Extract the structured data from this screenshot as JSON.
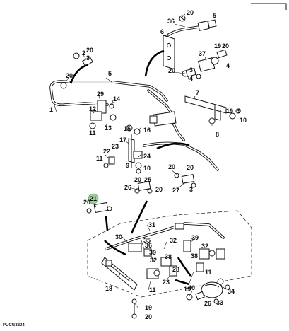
{
  "diagram": {
    "figure_code": "PUCG3204",
    "highlighted_callout": "21",
    "callouts": [
      {
        "id": "c20a",
        "label": "20"
      },
      {
        "id": "c36",
        "label": "36"
      },
      {
        "id": "c5a",
        "label": "5"
      },
      {
        "id": "c6",
        "label": "6"
      },
      {
        "id": "c2",
        "label": "2"
      },
      {
        "id": "c20b",
        "label": "20"
      },
      {
        "id": "c3a",
        "label": "3"
      },
      {
        "id": "c19a",
        "label": "19"
      },
      {
        "id": "c20c",
        "label": "20"
      },
      {
        "id": "c37",
        "label": "37"
      },
      {
        "id": "c20d",
        "label": "20"
      },
      {
        "id": "c3b",
        "label": "3"
      },
      {
        "id": "c20e",
        "label": "20"
      },
      {
        "id": "c5b",
        "label": "5"
      },
      {
        "id": "c4a",
        "label": "4"
      },
      {
        "id": "c4b",
        "label": "4"
      },
      {
        "id": "c7",
        "label": "7"
      },
      {
        "id": "c29",
        "label": "29"
      },
      {
        "id": "c14",
        "label": "14"
      },
      {
        "id": "c1",
        "label": "1"
      },
      {
        "id": "c12",
        "label": "12"
      },
      {
        "id": "c19b",
        "label": "19"
      },
      {
        "id": "c9a",
        "label": "9"
      },
      {
        "id": "c10a",
        "label": "10"
      },
      {
        "id": "c11a",
        "label": "11"
      },
      {
        "id": "c13",
        "label": "13"
      },
      {
        "id": "c15",
        "label": "15"
      },
      {
        "id": "c16",
        "label": "16"
      },
      {
        "id": "c8",
        "label": "8"
      },
      {
        "id": "c17",
        "label": "17"
      },
      {
        "id": "c23a",
        "label": "23"
      },
      {
        "id": "c22",
        "label": "22"
      },
      {
        "id": "c11b",
        "label": "11"
      },
      {
        "id": "c24",
        "label": "24"
      },
      {
        "id": "c9b",
        "label": "9"
      },
      {
        "id": "c10b",
        "label": "10"
      },
      {
        "id": "c20f",
        "label": "20"
      },
      {
        "id": "c20g",
        "label": "20"
      },
      {
        "id": "c20h",
        "label": "20"
      },
      {
        "id": "c25",
        "label": "25"
      },
      {
        "id": "c26a",
        "label": "26"
      },
      {
        "id": "c27",
        "label": "27"
      },
      {
        "id": "c20i",
        "label": "20"
      },
      {
        "id": "c3c",
        "label": "3"
      },
      {
        "id": "c21",
        "label": "21"
      },
      {
        "id": "c20j",
        "label": "20"
      },
      {
        "id": "c31",
        "label": "31"
      },
      {
        "id": "c30",
        "label": "30"
      },
      {
        "id": "c35",
        "label": "35"
      },
      {
        "id": "c32a",
        "label": "32"
      },
      {
        "id": "c39a",
        "label": "39"
      },
      {
        "id": "c36b",
        "label": "36"
      },
      {
        "id": "c39b",
        "label": "39"
      },
      {
        "id": "c38a",
        "label": "38"
      },
      {
        "id": "c32b",
        "label": "32"
      },
      {
        "id": "c38b",
        "label": "38"
      },
      {
        "id": "c32c",
        "label": "32"
      },
      {
        "id": "c11c",
        "label": "11"
      },
      {
        "id": "c28",
        "label": "28"
      },
      {
        "id": "c23b",
        "label": "23"
      },
      {
        "id": "c11d",
        "label": "11"
      },
      {
        "id": "c18",
        "label": "18"
      },
      {
        "id": "c19c",
        "label": "19"
      },
      {
        "id": "c40",
        "label": "40"
      },
      {
        "id": "c26b",
        "label": "26"
      },
      {
        "id": "c33",
        "label": "33"
      },
      {
        "id": "c34",
        "label": "34"
      },
      {
        "id": "c19d",
        "label": "19"
      },
      {
        "id": "c20k",
        "label": "20"
      }
    ]
  }
}
